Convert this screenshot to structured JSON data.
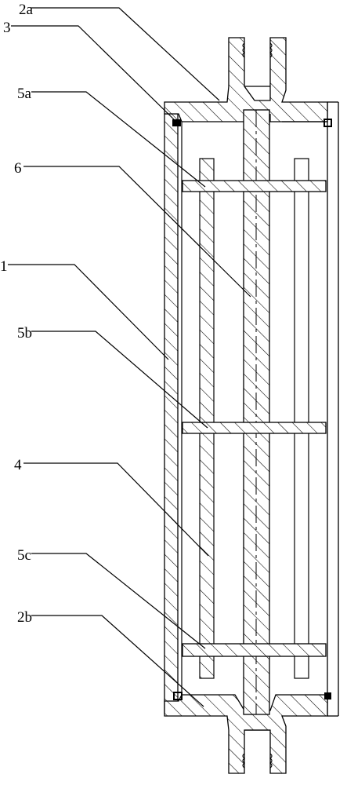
{
  "figure": {
    "labels": {
      "l_2a": "2a",
      "l_3": "3",
      "l_5a": "5a",
      "l_6": "6",
      "l_1": "1",
      "l_5b": "5b",
      "l_4": "4",
      "l_5c": "5c",
      "l_2b": "2b"
    }
  }
}
